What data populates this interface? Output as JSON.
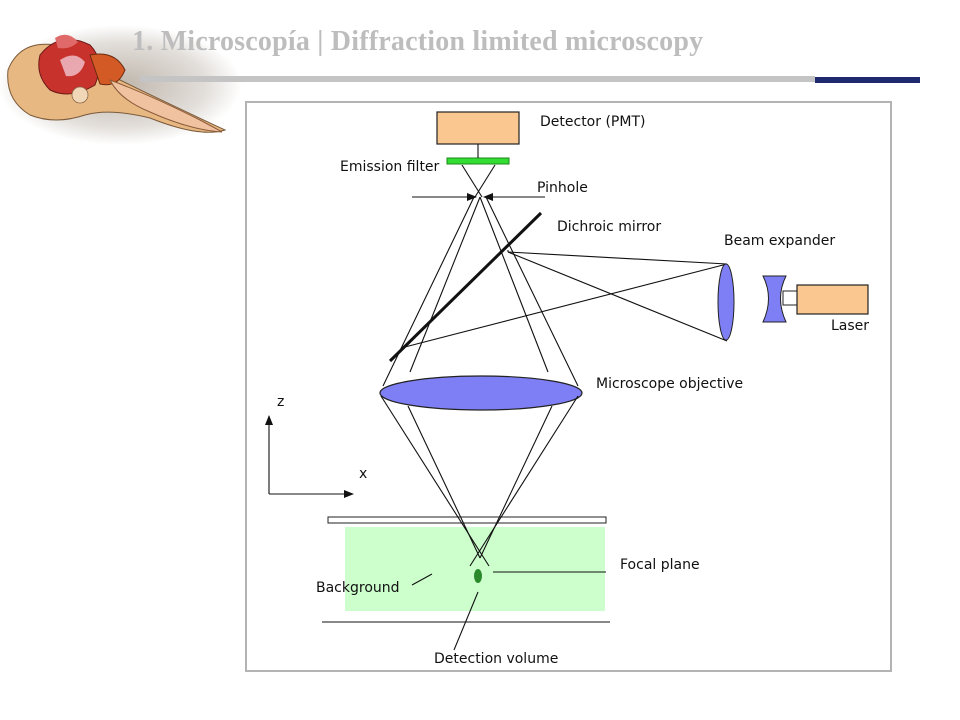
{
  "slide": {
    "title": "1.  Microscopía | Diffraction limited microscopy"
  },
  "logo": {
    "icon": "anatomical-illustration-icon"
  },
  "diagram": {
    "labels": {
      "detector": "Detector (PMT)",
      "emission_filter": "Emission filter",
      "pinhole": "Pinhole",
      "dichroic_mirror": "Dichroic  mirror",
      "beam_expander": "Beam expander",
      "laser": "Laser",
      "objective": "Microscope objective",
      "axis_z": "z",
      "axis_x": "x",
      "focal_plane": "Focal plane",
      "background": "Background",
      "detection_volume": "Detection  volume"
    },
    "colors": {
      "detector_fill": "#f9c78f",
      "laser_fill": "#f9c78f",
      "emission_filter": "#33dd33",
      "lens_fill": "#7f7ff5",
      "sample_fill": "#ccffcc",
      "detection_spot": "#2a8a2a",
      "frame": "#b3b3b3",
      "title_rule_accent": "#1f2a6e"
    }
  }
}
